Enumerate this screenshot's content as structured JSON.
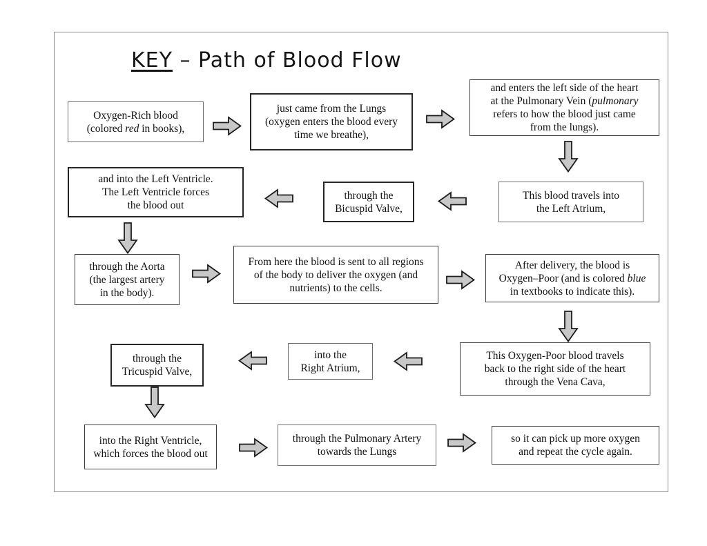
{
  "title": {
    "key": "KEY",
    "rest": " – Path of Blood Flow"
  },
  "colors": {
    "arrow-fill": "#c8c8c8",
    "arrow-stroke": "#1c1c1c",
    "text": "#111111",
    "page-border": "#8a8a8a"
  },
  "boxes": [
    {
      "name": "oxygen-rich",
      "lines": [
        "Oxygen-Rich blood",
        {
          "pre": "(colored ",
          "em": "red",
          "post": " in books),"
        }
      ]
    },
    {
      "name": "from-lungs",
      "lines": [
        "just came from the Lungs",
        "(oxygen enters the blood every",
        "time we breathe),"
      ]
    },
    {
      "name": "pulmonary-vein",
      "lines": [
        "and enters the left side of the heart",
        {
          "pre": "at the Pulmonary Vein (",
          "em": "pulmonary",
          "post": ""
        },
        "refers to how the blood just came",
        "from the lungs)."
      ]
    },
    {
      "name": "left-atrium",
      "lines": [
        "This blood travels into",
        "the Left Atrium,"
      ]
    },
    {
      "name": "bicuspid-valve",
      "lines": [
        "through the",
        "Bicuspid Valve,"
      ]
    },
    {
      "name": "left-ventricle",
      "lines": [
        "and into the Left Ventricle.",
        "The Left Ventricle forces",
        "the blood out"
      ]
    },
    {
      "name": "aorta",
      "lines": [
        "through the Aorta",
        "(the largest artery",
        "in the body)."
      ]
    },
    {
      "name": "body-delivery",
      "lines": [
        "From here the blood is sent to all regions",
        "of the body to deliver the oxygen (and",
        "nutrients) to the cells."
      ]
    },
    {
      "name": "oxygen-poor",
      "lines": [
        "After delivery, the blood is",
        {
          "pre": "Oxygen–Poor (and is colored ",
          "em": "blue",
          "post": ""
        },
        "in textbooks to indicate this)."
      ]
    },
    {
      "name": "vena-cava",
      "lines": [
        "This Oxygen-Poor blood travels",
        "back to the right side of the heart",
        "through the Vena Cava,"
      ]
    },
    {
      "name": "right-atrium",
      "lines": [
        "into the",
        "Right Atrium,"
      ]
    },
    {
      "name": "tricuspid-valve",
      "lines": [
        "through the",
        "Tricuspid Valve,"
      ]
    },
    {
      "name": "right-ventricle",
      "lines": [
        "into the Right Ventricle,",
        "which forces the blood out"
      ]
    },
    {
      "name": "pulmonary-artery",
      "lines": [
        "through the Pulmonary Artery",
        "towards the Lungs"
      ]
    },
    {
      "name": "repeat-cycle",
      "lines": [
        "so it can pick up more oxygen",
        "and repeat the cycle again."
      ]
    }
  ]
}
